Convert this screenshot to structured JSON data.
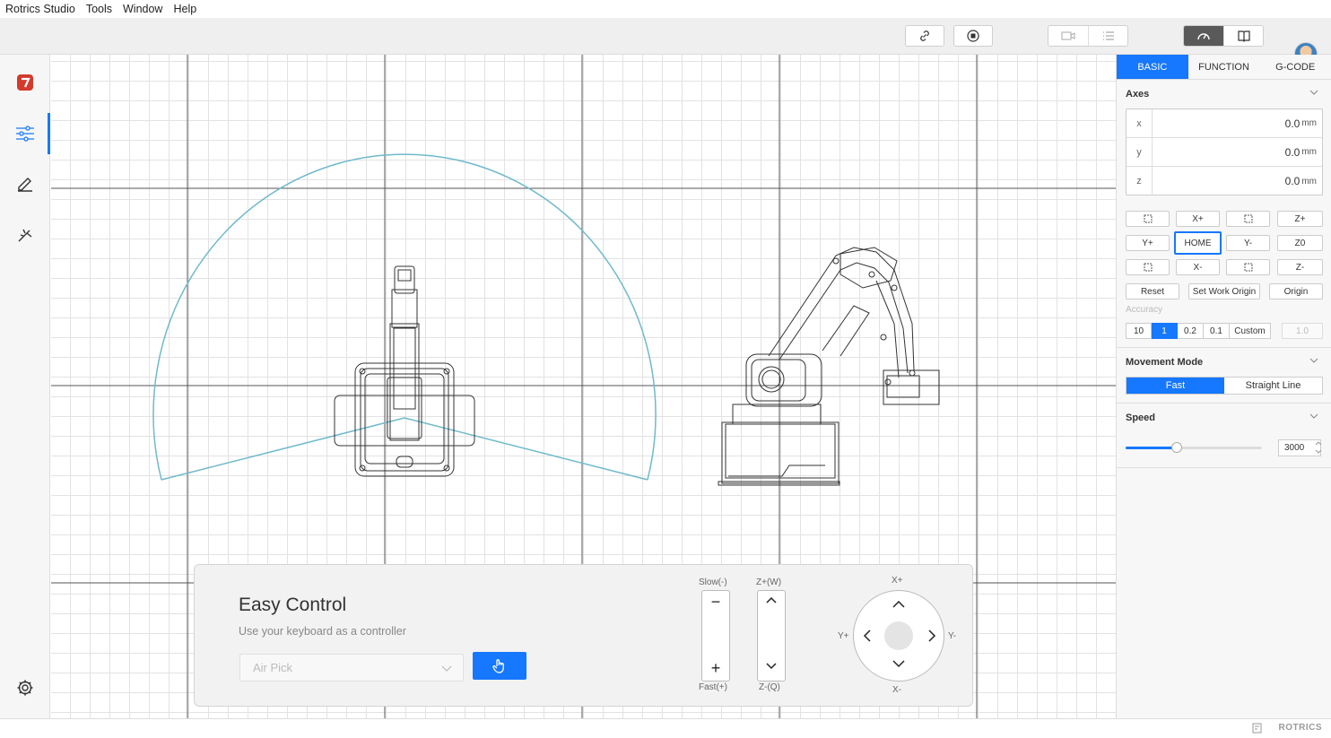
{
  "menu": {
    "app": "Rotrics Studio",
    "tools": "Tools",
    "window": "Window",
    "help": "Help"
  },
  "panel": {
    "tabs": [
      "BASIC",
      "FUNCTION",
      "G-CODE"
    ],
    "axes_title": "Axes",
    "axes": [
      {
        "name": "x",
        "value": "0.0",
        "unit": "mm"
      },
      {
        "name": "y",
        "value": "0.0",
        "unit": "mm"
      },
      {
        "name": "z",
        "value": "0.0",
        "unit": "mm"
      }
    ],
    "jog": {
      "xplus": "X+",
      "zplus": "Z+",
      "yplus": "Y+",
      "home": "HOME",
      "yminus": "Y-",
      "z0": "Z0",
      "xminus": "X-",
      "zminus": "Z-",
      "reset": "Reset",
      "set_work_origin": "Set Work Origin",
      "origin": "Origin"
    },
    "accuracy_label": "Accuracy",
    "accuracy": [
      "10",
      "1",
      "0.2",
      "0.1",
      "Custom"
    ],
    "accuracy_custom_value": "1.0",
    "movement_title": "Movement Mode",
    "movement_modes": [
      "Fast",
      "Straight Line"
    ],
    "speed_title": "Speed",
    "speed_value": "3000",
    "speed_fraction": 0.375
  },
  "easy": {
    "title": "Easy Control",
    "subtitle": "Use your keyboard as a controller",
    "select_value": "Air Pick",
    "slow_label": "Slow(-)",
    "fast_label": "Fast(+)",
    "zup_label": "Z+(W)",
    "zdown_label": "Z-(Q)",
    "xplus_label": "X+",
    "xminus_label": "X-",
    "yplus_label": "Y+",
    "yminus_label": "Y-"
  },
  "footer": {
    "brand": "ROTRICS"
  },
  "colors": {
    "accent": "#1677ff",
    "logo": "#d33a2c",
    "workspace": "#6fb9cc"
  }
}
